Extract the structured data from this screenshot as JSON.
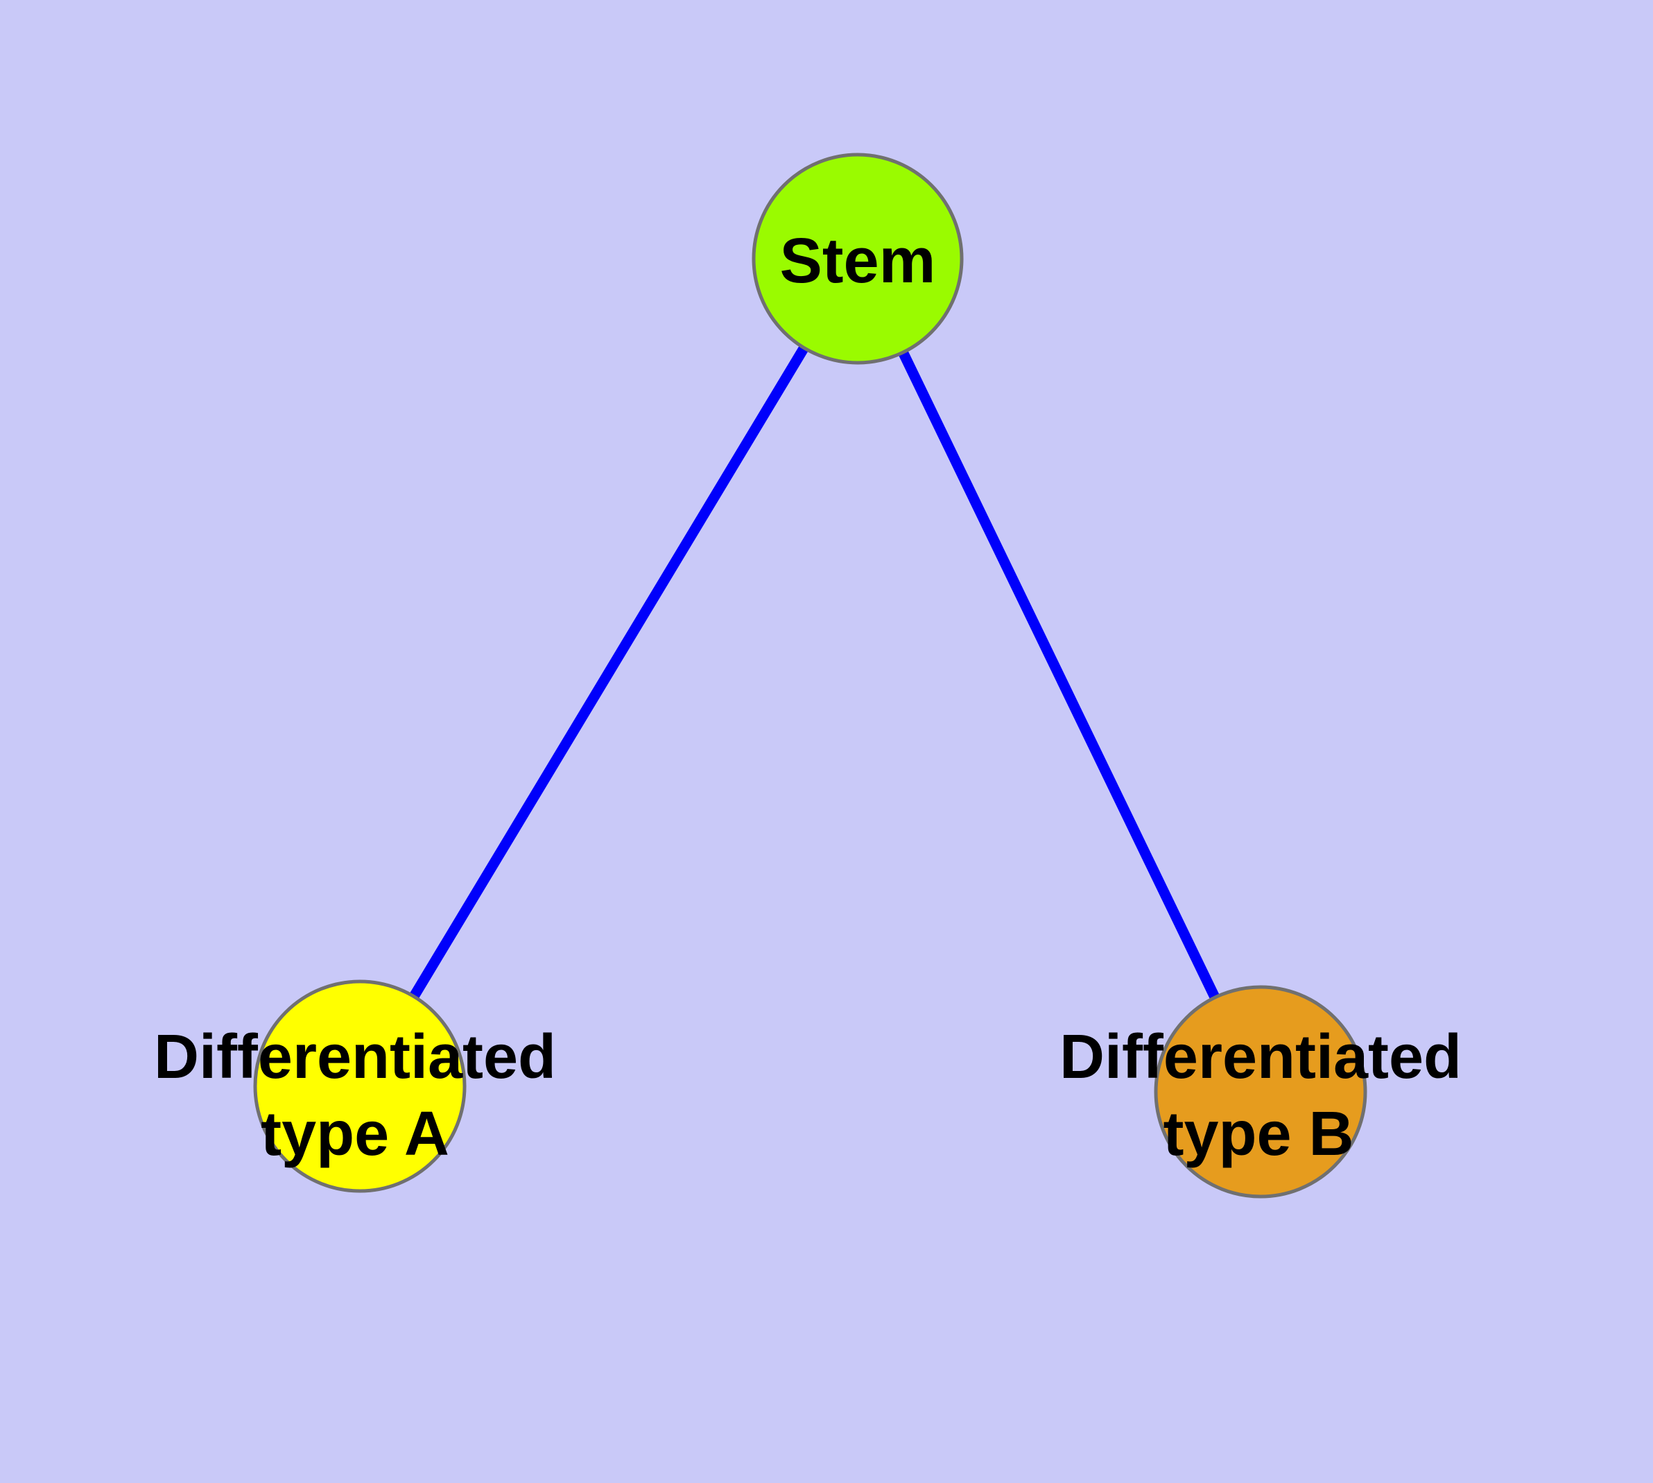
{
  "diagram": {
    "background_color": "#c9c9f8",
    "node_border_color": "#707070",
    "edge_color": "#0000fb",
    "label_color": "#000000",
    "nodes": {
      "stem": {
        "label": "Stem",
        "fill": "#9afb00"
      },
      "type_a": {
        "label_line1": "Differentiated",
        "label_line2": "type A",
        "fill": "#ffff00"
      },
      "type_b": {
        "label_line1": "Differentiated",
        "label_line2": "type B",
        "fill": "#e69c1e"
      }
    },
    "edges": [
      {
        "from": "stem",
        "to": "type_a"
      },
      {
        "from": "stem",
        "to": "type_b"
      }
    ]
  }
}
